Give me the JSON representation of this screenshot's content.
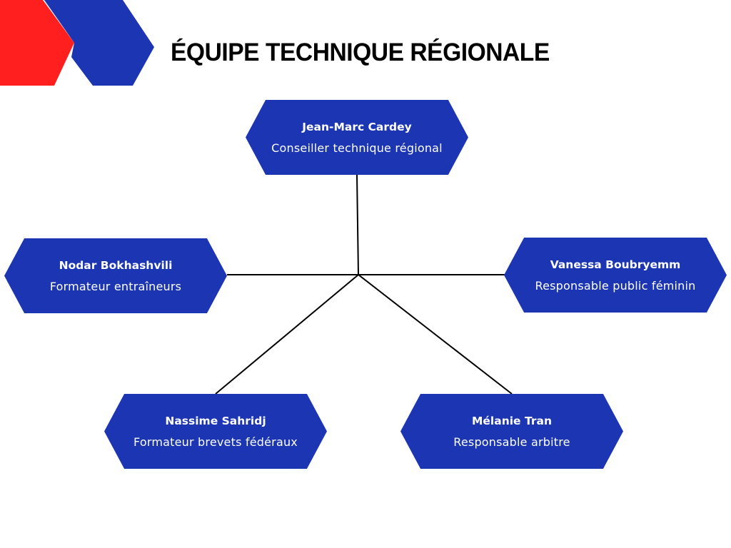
{
  "title": "ÉQUIPE TECHNIQUE RÉGIONALE",
  "colors": {
    "node_fill": "#1b35b3",
    "logo_red": "#ff1f1f",
    "logo_blue": "#1b35b3",
    "connector": "#000000"
  },
  "nodes": [
    {
      "name": "Jean-Marc Cardey",
      "role": "Conseiller technique régional"
    },
    {
      "name": "Nodar Bokhashvili",
      "role": "Formateur entraîneurs"
    },
    {
      "name": "Vanessa Boubryemm",
      "role": "Responsable public féminin"
    },
    {
      "name": "Nassime Sahridj",
      "role": "Formateur brevets fédéraux"
    },
    {
      "name": "Mélanie Tran",
      "role": "Responsable arbitre"
    }
  ],
  "edges": [
    {
      "from": 0,
      "to": 1
    },
    {
      "from": 0,
      "to": 2
    },
    {
      "from": 0,
      "to": 3
    },
    {
      "from": 0,
      "to": 4
    }
  ]
}
